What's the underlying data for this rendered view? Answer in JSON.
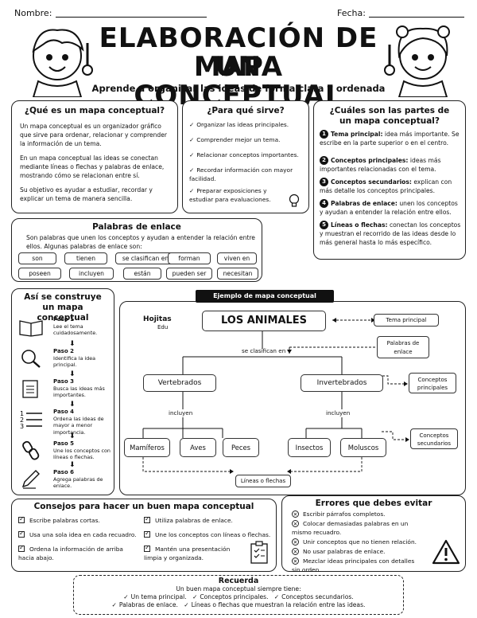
{
  "header": {
    "name_label": "Nombre:",
    "date_label": "Fecha:",
    "title_line1": "ELABORACIÓN DE UN",
    "title_line2": "MAPA CONCEPTUAL",
    "subtitle": "Aprende a organizar las ideas de forma clara y ordenada"
  },
  "que_es": {
    "title": "¿Qué es un mapa conceptual?",
    "p1": "Un mapa conceptual es un organizador gráfico que sirve para ordenar, relacionar y comprender la información de un tema.",
    "p2": "En un mapa conceptual las ideas se conectan mediante líneas o flechas y palabras de enlace, mostrando cómo se relacionan entre sí.",
    "p3": "Su objetivo es ayudar a estudiar, recordar y explicar un tema de manera sencilla."
  },
  "para_que": {
    "title": "¿Para qué sirve?",
    "items": [
      "Organizar las ideas principales.",
      "Comprender mejor un tema.",
      "Relacionar conceptos importantes.",
      "Recordar información con mayor facilidad.",
      "Preparar exposiciones y estudiar para evaluaciones."
    ]
  },
  "partes": {
    "title": "¿Cuáles son las partes de un mapa conceptual?",
    "items": [
      {
        "n": "1",
        "term": "Tema principal:",
        "desc": "idea más importante. Se escribe en la parte superior o en el centro."
      },
      {
        "n": "2",
        "term": "Conceptos principales:",
        "desc": "ideas más importantes relacionadas con el tema."
      },
      {
        "n": "3",
        "term": "Conceptos secundarios:",
        "desc": "explican con más detalle los conceptos principales."
      },
      {
        "n": "4",
        "term": "Palabras de enlace:",
        "desc": "unen los conceptos y ayudan a entender la relación entre ellos."
      },
      {
        "n": "5",
        "term": "Líneas o flechas:",
        "desc": "conectan los conceptos y muestran el recorrido de las ideas desde lo más general hasta lo más específico."
      }
    ]
  },
  "enlace": {
    "title": "Palabras de enlace",
    "text": "Son palabras que unen los conceptos y ayudan a entender la relación entre ellos. Algunas palabras de enlace son:",
    "row1": [
      "son",
      "tienen",
      "se clasifican en",
      "forman",
      "viven en"
    ],
    "row2": [
      "poseen",
      "incluyen",
      "están",
      "pueden ser",
      "necesitan"
    ]
  },
  "construye": {
    "title": "Así se construye un mapa conceptual",
    "steps": [
      {
        "label": "Paso 1",
        "text": "Lee el tema cuidadosamente.",
        "icon": "book-icon"
      },
      {
        "label": "Paso 2",
        "text": "Identifica la idea principal.",
        "icon": "magnifier-icon"
      },
      {
        "label": "Paso 3",
        "text": "Busca las ideas más importantes.",
        "icon": "notepad-icon"
      },
      {
        "label": "Paso 4",
        "text": "Ordena las ideas de mayor a menor importancia.",
        "icon": "list-icon"
      },
      {
        "label": "Paso 5",
        "text": "Une los conceptos con líneas o flechas.",
        "icon": "chain-icon"
      },
      {
        "label": "Paso 6",
        "text": "Agrega palabras de enlace.",
        "icon": "pencil-icon"
      }
    ]
  },
  "ejemplo": {
    "banner": "Ejemplo de mapa conceptual",
    "logo_main": "Hojitas",
    "logo_sub": "Edu",
    "root": "LOS ANIMALES",
    "link1": "se clasifican en",
    "c1": "Vertebrados",
    "c2": "Invertebrados",
    "link2": "incluyen",
    "link3": "incluyen",
    "leaves": [
      "Mamíferos",
      "Aves",
      "Peces",
      "Insectos",
      "Moluscos"
    ],
    "lines_label": "Líneas o flechas",
    "tag_tema": "Tema principal",
    "tag_enlace": "Palabras de enlace",
    "tag_principales": "Conceptos principales",
    "tag_secundarios": "Conceptos secundarios"
  },
  "consejos": {
    "title": "Consejos para hacer un buen mapa conceptual",
    "left": [
      "Escribe palabras cortas.",
      "Usa una sola idea en cada recuadro.",
      "Ordena la información de arriba hacia abajo."
    ],
    "right": [
      "Utiliza palabras de enlace.",
      "Une los conceptos con líneas o flechas.",
      "Mantén una presentación limpia y organizada."
    ]
  },
  "errores": {
    "title": "Errores que debes evitar",
    "items": [
      "Escribir párrafos completos.",
      "Colocar demasiadas palabras en un mismo recuadro.",
      "Unir conceptos que no tienen relación.",
      "No usar palabras de enlace.",
      "Mezclar ideas principales con detalles sin orden."
    ]
  },
  "recuerda": {
    "title": "Recuerda",
    "line1": "Un buen mapa conceptual siempre tiene:",
    "a": "Un tema principal.",
    "b": "Conceptos principales.",
    "c": "Conceptos secundarios.",
    "d": "Palabras de enlace.",
    "e": "Líneas o flechas que muestran la relación entre las ideas."
  }
}
